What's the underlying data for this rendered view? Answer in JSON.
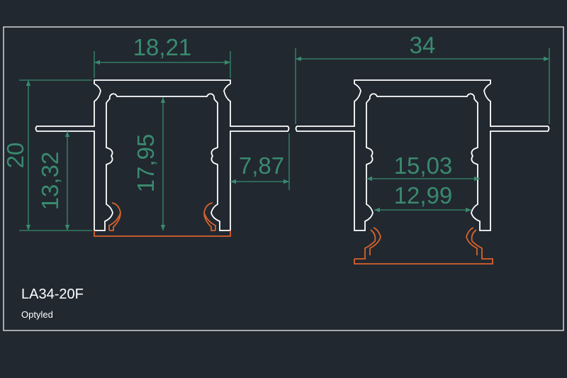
{
  "drawing": {
    "title": "LA34-20F",
    "brand": "Optyled",
    "colors": {
      "background": "#212830",
      "profile": "#ffffff",
      "dimension": "#3a8a6e",
      "diffuser": "#d9622b"
    }
  },
  "dimensions": {
    "left_width": "18,21",
    "left_total_height": "20",
    "left_lower_height": "13,32",
    "left_inner_height": "17,95",
    "left_flange_offset": "7,87",
    "right_total_width": "34",
    "right_inner_width": "15,03",
    "right_opening_width": "12,99"
  }
}
